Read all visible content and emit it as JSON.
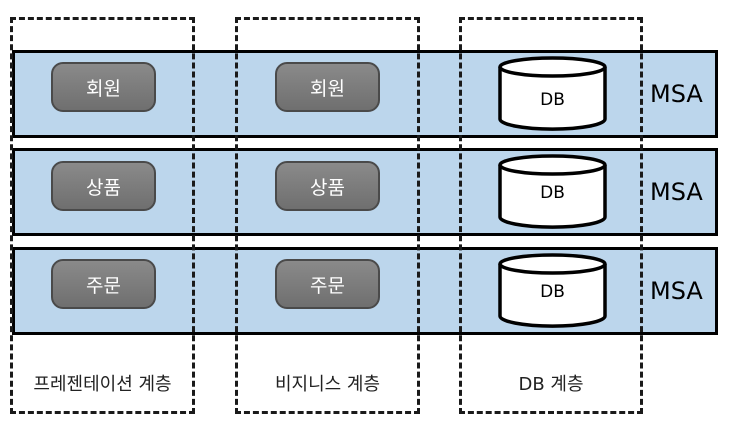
{
  "rows": [
    {
      "service_label": "회원",
      "db_label": "DB",
      "msa_label": "MSA"
    },
    {
      "service_label": "상품",
      "db_label": "DB",
      "msa_label": "MSA"
    },
    {
      "service_label": "주문",
      "db_label": "DB",
      "msa_label": "MSA"
    }
  ],
  "layers": [
    {
      "label": "프레젠테이션 계층"
    },
    {
      "label": "비지니스 계층"
    },
    {
      "label": "DB 계층"
    }
  ],
  "colors": {
    "band_fill": "#bcd6ec",
    "service_fill": "#7b7b7b",
    "border": "#000000"
  }
}
